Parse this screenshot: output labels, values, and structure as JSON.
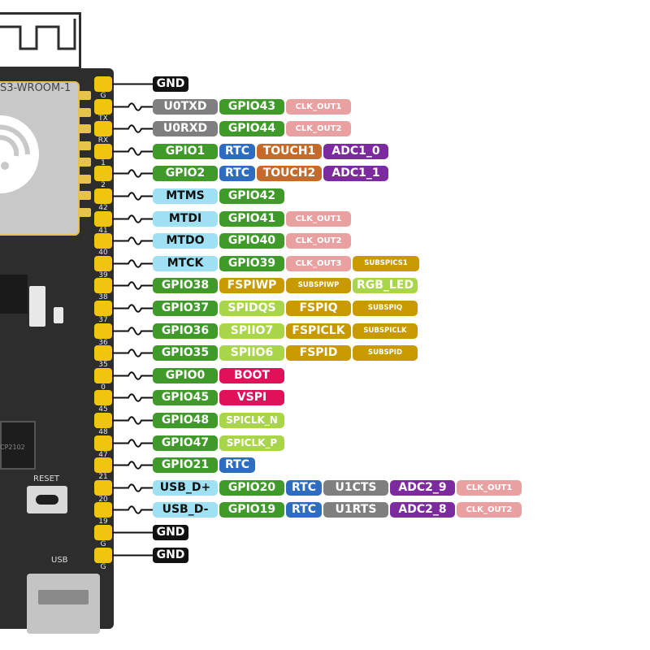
{
  "module_name": "S3-WROOM-1",
  "chip_label": "CP2102",
  "reset_label": "RESET",
  "usb_label": "USB",
  "colors": {
    "gnd": "#111111",
    "uart": "#7f7f7f",
    "clk_out": "#e8a0a0",
    "gpio": "#3f9a2a",
    "rtc": "#2e6cc0",
    "touch": "#c46a2a",
    "adc": "#7b2b9e",
    "jtag": "#9fe0f3",
    "spi_dark": "#c99a00",
    "spi_light": "#a8d54a",
    "strap": "#e0105a",
    "pad": "#f1c40f",
    "board": "#2d2d2d"
  },
  "rows": [
    {
      "pin": "G",
      "tags": [
        {
          "text": "GND",
          "kind": "gnd"
        }
      ]
    },
    {
      "pin": "TX",
      "tags": [
        {
          "text": "U0TXD",
          "kind": "uart"
        },
        {
          "text": "GPIO43",
          "kind": "gpio"
        },
        {
          "text": "CLK_OUT1",
          "kind": "clk_out"
        }
      ]
    },
    {
      "pin": "RX",
      "tags": [
        {
          "text": "U0RXD",
          "kind": "uart"
        },
        {
          "text": "GPIO44",
          "kind": "gpio"
        },
        {
          "text": "CLK_OUT2",
          "kind": "clk_out"
        }
      ]
    },
    {
      "pin": "1",
      "tags": [
        {
          "text": "GPIO1",
          "kind": "gpio"
        },
        {
          "text": "RTC",
          "kind": "rtc"
        },
        {
          "text": "TOUCH1",
          "kind": "touch"
        },
        {
          "text": "ADC1_0",
          "kind": "adc"
        }
      ]
    },
    {
      "pin": "2",
      "tags": [
        {
          "text": "GPIO2",
          "kind": "gpio"
        },
        {
          "text": "RTC",
          "kind": "rtc"
        },
        {
          "text": "TOUCH2",
          "kind": "touch"
        },
        {
          "text": "ADC1_1",
          "kind": "adc"
        }
      ]
    },
    {
      "pin": "42",
      "tags": [
        {
          "text": "MTMS",
          "kind": "jtag"
        },
        {
          "text": "GPIO42",
          "kind": "gpio"
        }
      ]
    },
    {
      "pin": "41",
      "tags": [
        {
          "text": "MTDI",
          "kind": "jtag"
        },
        {
          "text": "GPIO41",
          "kind": "gpio"
        },
        {
          "text": "CLK_OUT1",
          "kind": "clk_out"
        }
      ]
    },
    {
      "pin": "40",
      "tags": [
        {
          "text": "MTDO",
          "kind": "jtag"
        },
        {
          "text": "GPIO40",
          "kind": "gpio"
        },
        {
          "text": "CLK_OUT2",
          "kind": "clk_out"
        }
      ]
    },
    {
      "pin": "39",
      "tags": [
        {
          "text": "MTCK",
          "kind": "jtag"
        },
        {
          "text": "GPIO39",
          "kind": "gpio"
        },
        {
          "text": "CLK_OUT3",
          "kind": "clk_out"
        },
        {
          "text": "SUBSPICS1",
          "kind": "spi_dark"
        }
      ]
    },
    {
      "pin": "38",
      "tags": [
        {
          "text": "GPIO38",
          "kind": "gpio"
        },
        {
          "text": "FSPIWP",
          "kind": "spi_dark"
        },
        {
          "text": "SUBSPIWP",
          "kind": "spi_dark"
        },
        {
          "text": "RGB_LED",
          "kind": "spi_light"
        }
      ]
    },
    {
      "pin": "37",
      "tags": [
        {
          "text": "GPIO37",
          "kind": "gpio"
        },
        {
          "text": "SPIDQS",
          "kind": "spi_light"
        },
        {
          "text": "FSPIQ",
          "kind": "spi_dark"
        },
        {
          "text": "SUBSPIQ",
          "kind": "spi_dark"
        }
      ]
    },
    {
      "pin": "36",
      "tags": [
        {
          "text": "GPIO36",
          "kind": "gpio"
        },
        {
          "text": "SPIIO7",
          "kind": "spi_light"
        },
        {
          "text": "FSPICLK",
          "kind": "spi_dark"
        },
        {
          "text": "SUBSPICLK",
          "kind": "spi_dark"
        }
      ]
    },
    {
      "pin": "35",
      "tags": [
        {
          "text": "GPIO35",
          "kind": "gpio"
        },
        {
          "text": "SPIIO6",
          "kind": "spi_light"
        },
        {
          "text": "FSPID",
          "kind": "spi_dark"
        },
        {
          "text": "SUBSPID",
          "kind": "spi_dark"
        }
      ]
    },
    {
      "pin": "0",
      "tags": [
        {
          "text": "GPIO0",
          "kind": "gpio"
        },
        {
          "text": "BOOT",
          "kind": "strap"
        }
      ]
    },
    {
      "pin": "45",
      "tags": [
        {
          "text": "GPIO45",
          "kind": "gpio"
        },
        {
          "text": "VSPI",
          "kind": "strap"
        }
      ]
    },
    {
      "pin": "48",
      "tags": [
        {
          "text": "GPIO48",
          "kind": "gpio"
        },
        {
          "text": "SPICLK_N",
          "kind": "spi_light"
        }
      ]
    },
    {
      "pin": "47",
      "tags": [
        {
          "text": "GPIO47",
          "kind": "gpio"
        },
        {
          "text": "SPICLK_P",
          "kind": "spi_light"
        }
      ]
    },
    {
      "pin": "21",
      "tags": [
        {
          "text": "GPIO21",
          "kind": "gpio"
        },
        {
          "text": "RTC",
          "kind": "rtc"
        }
      ]
    },
    {
      "pin": "20",
      "tags": [
        {
          "text": "USB_D+",
          "kind": "jtag"
        },
        {
          "text": "GPIO20",
          "kind": "gpio"
        },
        {
          "text": "RTC",
          "kind": "rtc"
        },
        {
          "text": "U1CTS",
          "kind": "uart"
        },
        {
          "text": "ADC2_9",
          "kind": "adc"
        },
        {
          "text": "CLK_OUT1",
          "kind": "clk_out"
        }
      ]
    },
    {
      "pin": "19",
      "tags": [
        {
          "text": "USB_D-",
          "kind": "jtag"
        },
        {
          "text": "GPIO19",
          "kind": "gpio"
        },
        {
          "text": "RTC",
          "kind": "rtc"
        },
        {
          "text": "U1RTS",
          "kind": "uart"
        },
        {
          "text": "ADC2_8",
          "kind": "adc"
        },
        {
          "text": "CLK_OUT2",
          "kind": "clk_out"
        }
      ]
    },
    {
      "pin": "G",
      "tags": [
        {
          "text": "GND",
          "kind": "gnd"
        }
      ]
    },
    {
      "pin": "G",
      "tags": [
        {
          "text": "GND",
          "kind": "gnd"
        }
      ]
    }
  ]
}
